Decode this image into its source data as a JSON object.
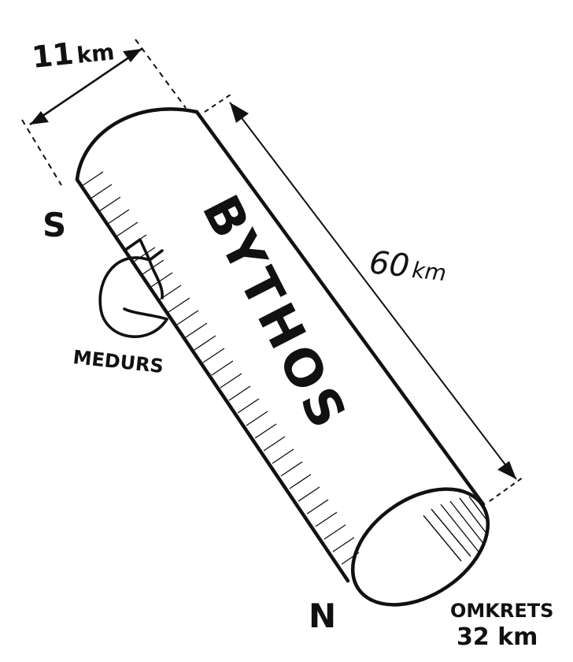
{
  "diagram": {
    "cylinder_name": "BYTHOS",
    "width_label": {
      "value": "11",
      "unit": "km"
    },
    "length_label": {
      "value": "60",
      "unit": "km"
    },
    "south_label": "S",
    "north_label": "N",
    "rotation_label": "MEDURS",
    "circumference_label": "OMKRETS",
    "circumference_value": "32 km",
    "icons": [
      "rotation-arrow-icon"
    ],
    "colors": {
      "ink": "#111111",
      "paper": "#ffffff"
    }
  }
}
